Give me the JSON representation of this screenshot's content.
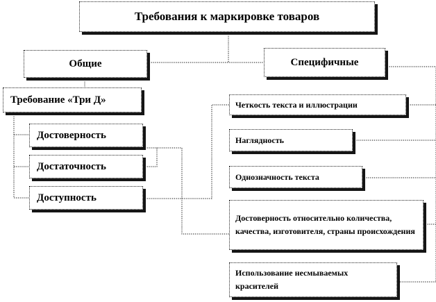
{
  "title": "Требования к маркировке товаров",
  "general": {
    "label": "Общие",
    "three_d": "Требование «Три Д»",
    "items": [
      "Достоверность",
      "Достаточность",
      "Доступность"
    ]
  },
  "specific": {
    "label": "Специфичные",
    "items": [
      "Четкость текста и иллюстрации",
      "Наглядность",
      "Однозначность текста",
      "Достоверность относительно количества, качества, изготовителя, страны происхождения",
      "Использование несмываемых красителей"
    ]
  }
}
